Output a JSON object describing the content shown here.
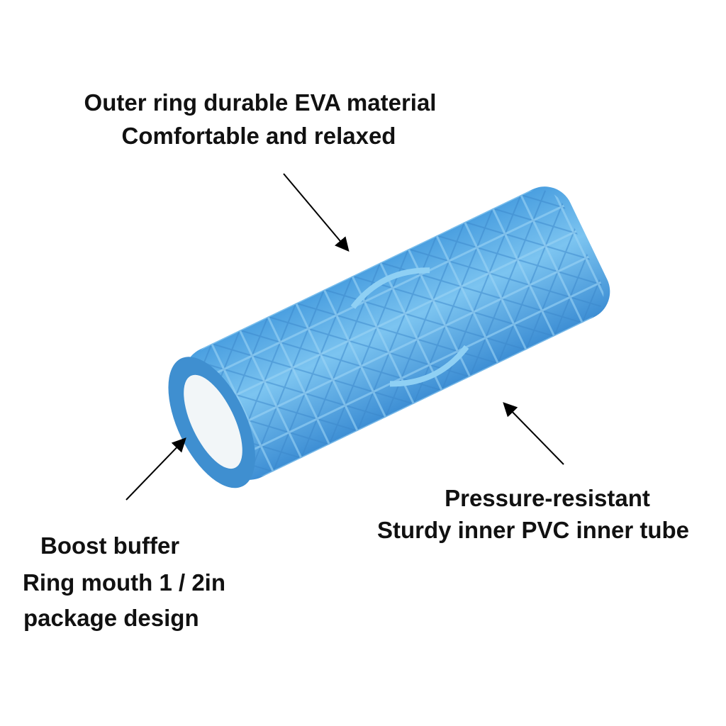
{
  "labels": {
    "top": [
      "Outer ring durable EVA material",
      "Comfortable and relaxed"
    ],
    "right": [
      "Pressure-resistant",
      "Sturdy inner PVC inner tube"
    ],
    "left": [
      "Boost buffer",
      "Ring mouth 1 / 2in",
      "package design"
    ]
  },
  "colors": {
    "roller": "#5aaee6",
    "roller_dark": "#3f8fd0",
    "text": "#111111"
  }
}
